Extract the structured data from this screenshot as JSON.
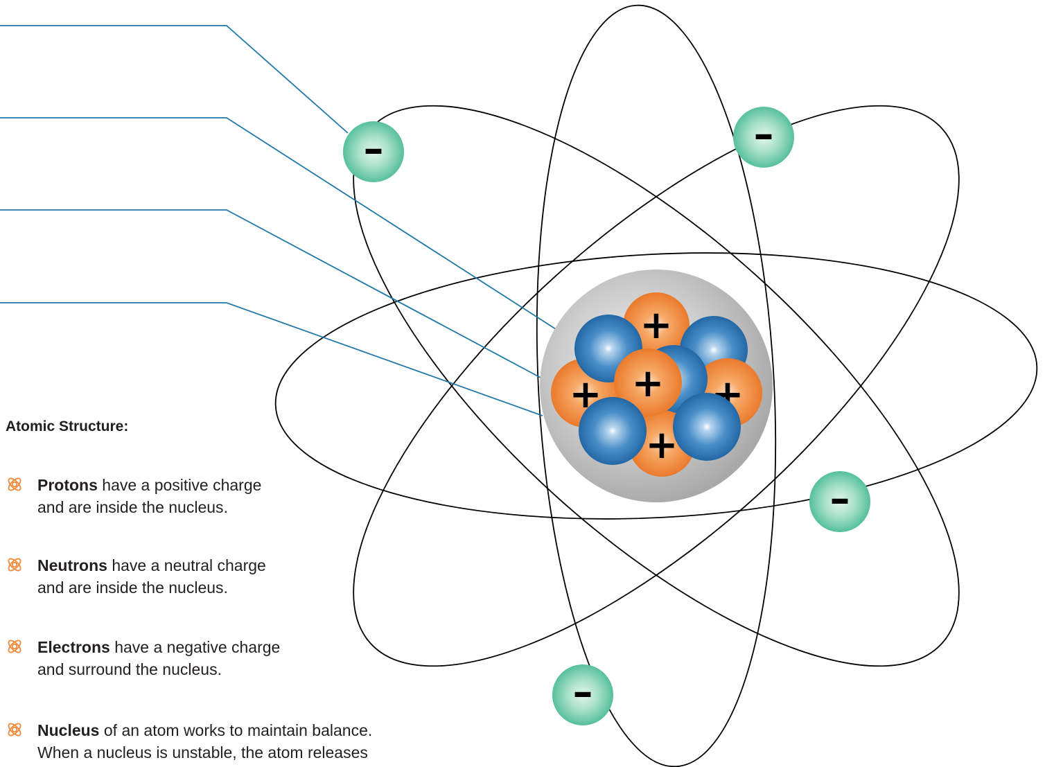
{
  "diagram": {
    "nucleus_label": "+",
    "electron_label": "–"
  },
  "legend": {
    "title": "Atomic Structure:",
    "items": [
      {
        "term": "Protons",
        "line1": " have a positive charge",
        "line2": "and are inside the nucleus."
      },
      {
        "term": "Neutrons",
        "line1": " have a neutral charge",
        "line2": "and are inside the nucleus."
      },
      {
        "term": "Electrons",
        "line1": " have a negative charge",
        "line2": "and surround the nucleus."
      },
      {
        "term": "Nucleus",
        "line1": " of an atom works to maintain balance.",
        "line2": "When a nucleus is unstable, the atom releases"
      }
    ]
  },
  "colors": {
    "leader_line": "#1f78a8",
    "orbit": "#000000",
    "proton": "#ef8a3c",
    "neutron": "#2d79b5",
    "electron": "#5fc4a3",
    "nucleus_shell": "#b3b3b3",
    "bullet_icon": "#ef8a3c"
  },
  "icons": {
    "bullet": "atom-icon"
  }
}
